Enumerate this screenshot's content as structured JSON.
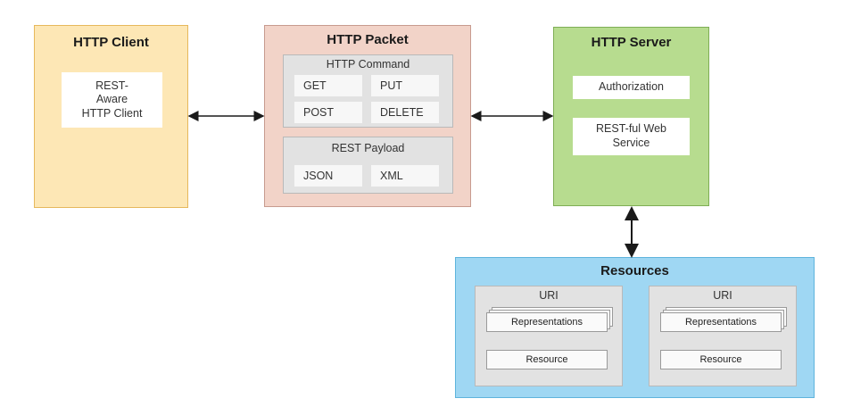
{
  "client": {
    "title": "HTTP Client",
    "inner_label": "REST-\nAware\nHTTP Client"
  },
  "packet": {
    "title": "HTTP Packet",
    "command": {
      "title": "HTTP Command",
      "items": [
        "GET",
        "PUT",
        "POST",
        "DELETE"
      ]
    },
    "payload": {
      "title": "REST Payload",
      "items": [
        "JSON",
        "XML"
      ]
    }
  },
  "server": {
    "title": "HTTP Server",
    "authorization": "Authorization",
    "service": "REST-ful Web\nService"
  },
  "resources": {
    "title": "Resources",
    "groups": [
      {
        "title": "URI",
        "representations": "Representations",
        "resource": "Resource"
      },
      {
        "title": "URI",
        "representations": "Representations",
        "resource": "Resource"
      }
    ]
  },
  "colors": {
    "client_fill": "#fde7b5",
    "client_border": "#e6b85c",
    "packet_fill": "#f2d3c8",
    "packet_border": "#c79b8f",
    "server_fill": "#b7dc8f",
    "server_border": "#7fae55",
    "resources_fill": "#9fd7f3",
    "resources_border": "#5fb4dc",
    "arrow": "#1a1a1a"
  }
}
